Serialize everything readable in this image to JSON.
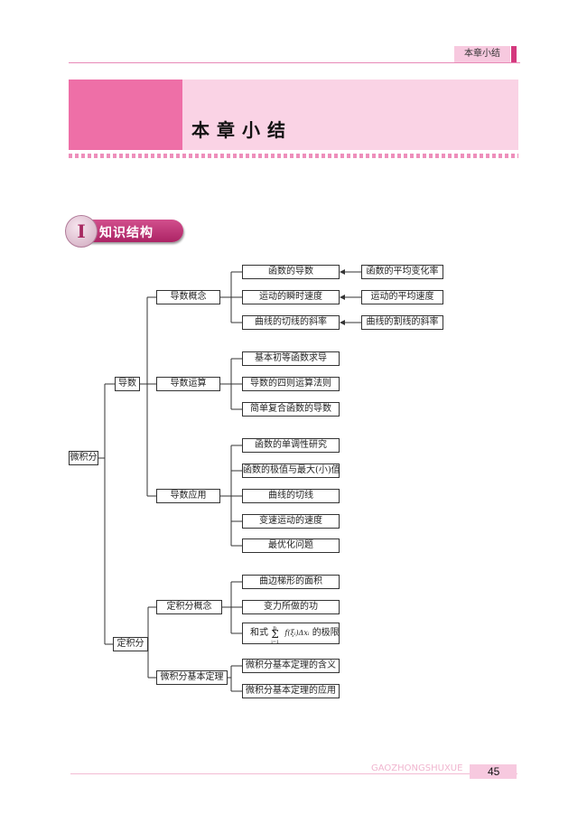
{
  "header": {
    "tab_label": "本章小结"
  },
  "banner": {
    "title": "本章小结"
  },
  "section": {
    "numeral": "I",
    "title": "知识结构"
  },
  "tree": {
    "root": "微积分",
    "derivative": "导数",
    "concept": "导数概念",
    "concept_items": [
      "函数的导数",
      "运动的瞬时速度",
      "曲线的切线的斜率"
    ],
    "concept_sources": [
      "函数的平均变化率",
      "运动的平均速度",
      "曲线的割线的斜率"
    ],
    "operation": "导数运算",
    "operation_items": [
      "基本初等函数求导",
      "导数的四则运算法则",
      "简单复合函数的导数"
    ],
    "application": "导数应用",
    "application_items": [
      "函数的单调性研究",
      "函数的极值与最大(小)值",
      "曲线的切线",
      "变速运动的速度",
      "最优化问题"
    ],
    "integral": "定积分",
    "integral_concept": "定积分概念",
    "integral_concept_items": [
      "曲边梯形的面积",
      "变力所做的功"
    ],
    "riemann_prefix": "和式",
    "riemann_formula": "f(ξᵢ)Δxᵢ",
    "riemann_suffix": "的极限",
    "riemann_sum_top": "n",
    "riemann_sum_bottom": "i=1",
    "theorem": "微积分基本定理",
    "theorem_items": [
      "微积分基本定理的含义",
      "微积分基本定理的应用"
    ]
  },
  "footer": {
    "series_text": "GAOZHONGSHUXUE",
    "page_number": "45"
  },
  "colors": {
    "accent": "#ee6fa7",
    "banner_light": "#fad3e5",
    "badge": "#c23a7a"
  }
}
